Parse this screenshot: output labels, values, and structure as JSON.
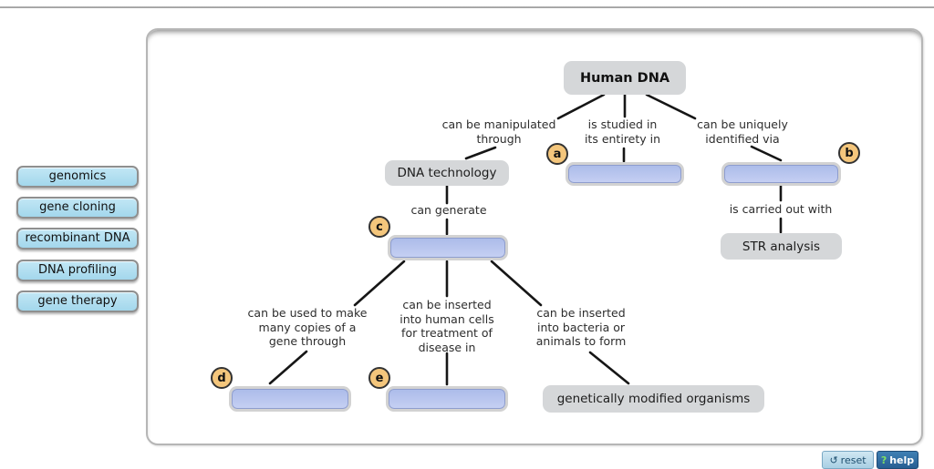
{
  "word_bank": {
    "items": [
      {
        "label": "genomics"
      },
      {
        "label": "gene cloning"
      },
      {
        "label": "recombinant DNA"
      },
      {
        "label": "DNA profiling"
      },
      {
        "label": "gene therapy"
      }
    ]
  },
  "concept_map": {
    "root_label": "Human DNA",
    "nodes": {
      "dna_technology": "DNA technology",
      "str_analysis": "STR analysis",
      "gmo": "genetically modified organisms"
    },
    "edge_labels": {
      "manipulated": "can be manipulated\nthrough",
      "studied": "is studied in\nits entirety in",
      "uniquely": "can be uniquely\nidentified via",
      "generate": "can generate",
      "carried": "is carried out with",
      "copies": "can be used to make\nmany copies of a\ngene through",
      "insert_cells": "can be inserted\ninto human cells\nfor treatment of\ndisease in",
      "insert_bacteria": "can be inserted\ninto bacteria or\nanimals to form"
    },
    "slots": [
      {
        "letter": "a"
      },
      {
        "letter": "b"
      },
      {
        "letter": "c"
      },
      {
        "letter": "d"
      },
      {
        "letter": "e"
      }
    ]
  },
  "footer": {
    "reset_icon": "↺",
    "reset_label": "reset",
    "help_icon": "?",
    "help_label": "help"
  },
  "colors": {
    "term_fill": "#a9d9ee",
    "slot_fill": "#b7c4ef",
    "slot_ring": "#d2d2d2",
    "node_fill": "#d5d7d9",
    "marker_fill": "#f4c67c",
    "line": "#161616",
    "reset_button": "#a9cfe4",
    "help_button": "#2e6da4"
  }
}
